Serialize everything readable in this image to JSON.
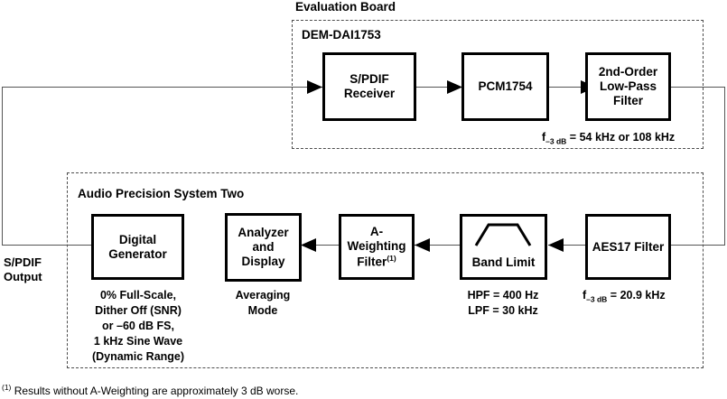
{
  "diagram": {
    "title": "Evaluation Board",
    "groups": {
      "eval_board_label": "Evaluation Board",
      "dem_board_label": "DEM-DAI1753",
      "audio_precision_label": "Audio Precision System Two"
    },
    "top_blocks": [
      {
        "name": "spdif-receiver",
        "line1": "S/PDIF",
        "line2": "Receiver"
      },
      {
        "name": "pcm1754",
        "line1": "PCM1754",
        "line2": ""
      },
      {
        "name": "low-pass-filter",
        "line1": "2nd-Order",
        "line2": "Low-Pass",
        "line3": "Filter"
      }
    ],
    "bottom_blocks": [
      {
        "name": "digital-generator",
        "line1": "Digital",
        "line2": "Generator"
      },
      {
        "name": "analyzer-display",
        "line1": "Analyzer",
        "line2": "and",
        "line3": "Display"
      },
      {
        "name": "a-weighting-filter",
        "line1": "A-Weighting",
        "line2": "Filter",
        "footnote_marker": "(1)"
      },
      {
        "name": "band-limit",
        "line1": "Band Limit"
      },
      {
        "name": "aes17-filter",
        "line1": "AES17 Filter"
      }
    ],
    "captions": {
      "lpf_cutoff": {
        "prefix": "f",
        "sub": "–3 dB",
        "rest": " = 54 kHz or 108 kHz"
      },
      "aes17_cutoff": {
        "prefix": "f",
        "sub": "–3 dB",
        "rest": " = 20.9 kHz"
      },
      "band_limit": [
        "HPF = 400 Hz",
        "LPF = 30 kHz"
      ],
      "digital_generator": [
        "0% Full-Scale,",
        "Dither Off (SNR)",
        "or –60 dB FS,",
        "1 kHz Sine Wave",
        "(Dynamic Range)"
      ],
      "analyzer": [
        "Averaging",
        "Mode"
      ]
    },
    "port_label": {
      "line1": "S/PDIF",
      "line2": "Output"
    },
    "footnote": {
      "marker": "(1)",
      "text": "Results without A-Weighting are approximately 3 dB worse."
    },
    "colors": {
      "block_border": "#000000",
      "wire": "#555555",
      "dashed_border": "#4d4d4d",
      "background": "#ffffff",
      "text": "#000000"
    }
  }
}
